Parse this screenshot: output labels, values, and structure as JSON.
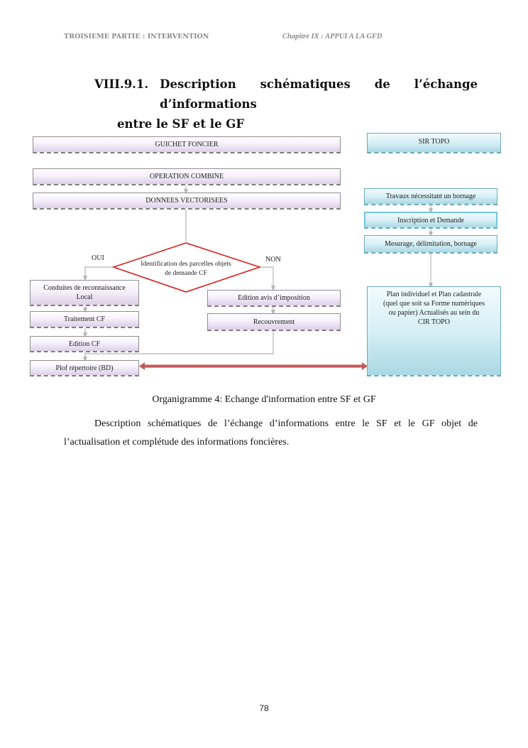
{
  "header": {
    "left": "TROISIEME PARTIE : INTERVENTION",
    "right": "Chapitre IX : APPUI A LA GFD"
  },
  "section": {
    "number": "VIII.9.1.",
    "title_line1": "Description schématiques de l’échange d’informations",
    "title_line2": "entre le SF et le GF"
  },
  "diagram": {
    "left_top": "GUICHET FONCIER",
    "right_top": "SIR TOPO",
    "operation": "OPERATION COMBINE",
    "donnees": "DONNEES VECTORISEES",
    "decision": [
      "Identification des parcelles objets",
      "de demande CF"
    ],
    "oui": "OUI",
    "non": "NON",
    "conduites": [
      "Conduites de reconnaissance",
      "Local"
    ],
    "traitement": "Traitement CF",
    "edition_cf": "Edition  CF",
    "plof": "Plof répertoire (BD)",
    "edition_avis": "Edition avis d’imposition",
    "recouvrement": "Recouvrement",
    "travaux": "Travaux nécessitant un bornage",
    "inscription": "Inscription et Demande",
    "mesurage": "Mesurage, délimitation, bornage",
    "plan": [
      "Plan individuel et Plan cadastrale",
      "(quel que soit sa Forme numériques",
      "ou papier) Actualisés au sein du",
      "CIR TOPO"
    ]
  },
  "caption": "Organigramme 4: Echange d'information entre SF et GF",
  "paragraph_line1": "Description schématiques de l’échange d’informations entre le SF et le GF objet de",
  "paragraph_line2": "l’actualisation et complétude des informations foncières.",
  "page_number": "78"
}
